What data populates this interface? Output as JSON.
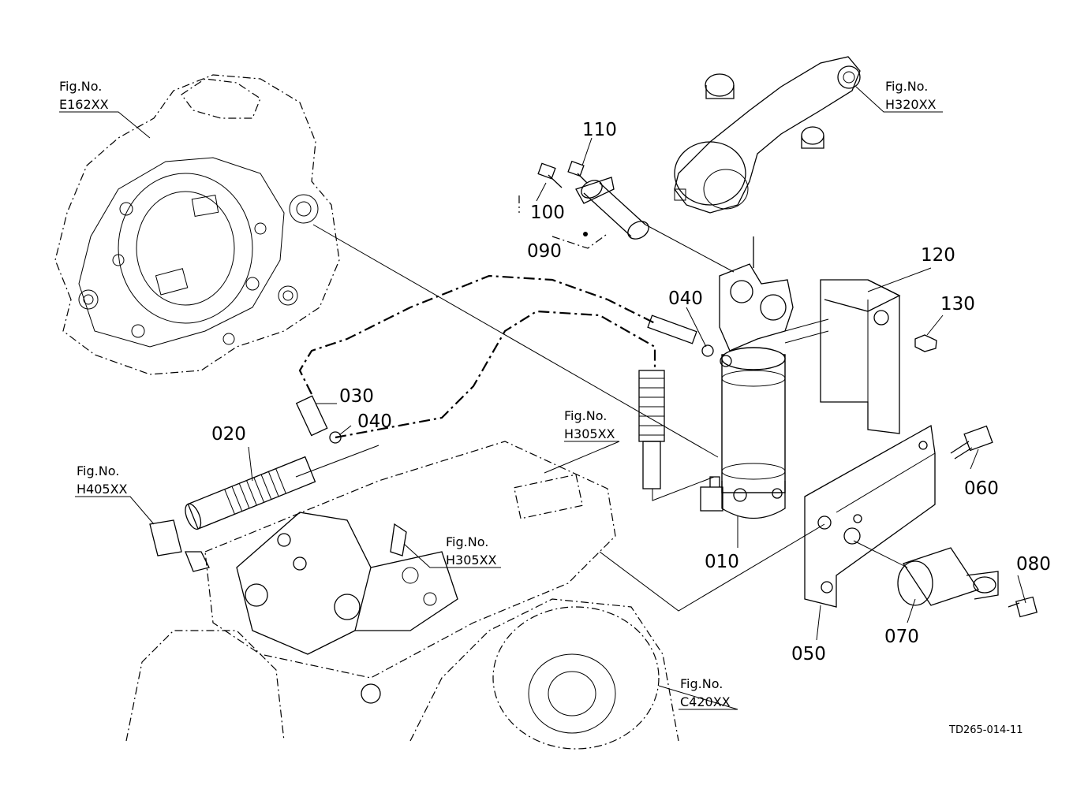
{
  "figure_code": "TD265-014-11",
  "fig_refs": [
    {
      "id": "e162",
      "prefix": "Fig.No.",
      "number": "E162XX"
    },
    {
      "id": "h320",
      "prefix": "Fig.No.",
      "number": "H320XX"
    },
    {
      "id": "h305a",
      "prefix": "Fig.No.",
      "number": "H305XX"
    },
    {
      "id": "h305b",
      "prefix": "Fig.No.",
      "number": "H305XX"
    },
    {
      "id": "h405",
      "prefix": "Fig.No.",
      "number": "H405XX"
    },
    {
      "id": "c420",
      "prefix": "Fig.No.",
      "number": "C420XX"
    }
  ],
  "parts": {
    "p010": "010",
    "p020": "020",
    "p030": "030",
    "p040a": "040",
    "p040b": "040",
    "p050": "050",
    "p060": "060",
    "p070": "070",
    "p080": "080",
    "p090": "090",
    "p100": "100",
    "p110": "110",
    "p120": "120",
    "p130": "130"
  }
}
